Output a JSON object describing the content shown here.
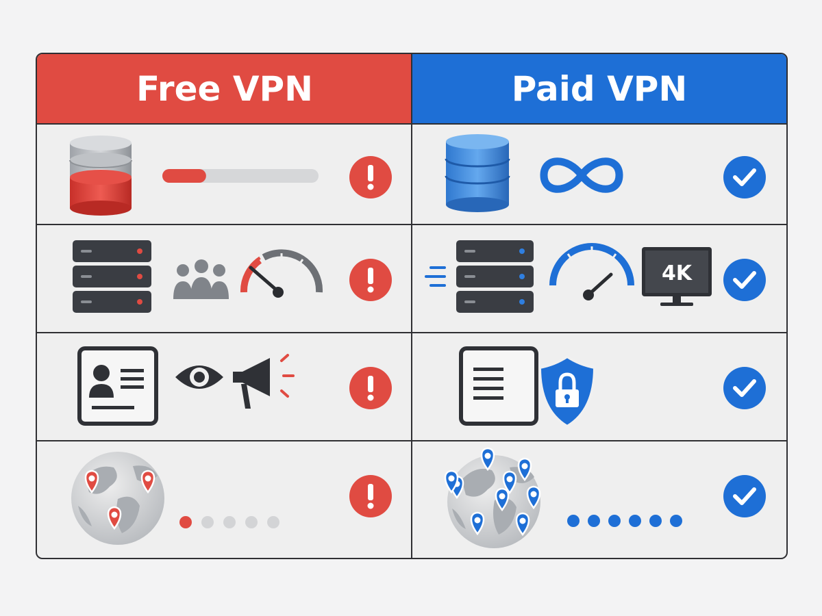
{
  "headers": {
    "free": "Free VPN",
    "paid": "Paid VPN"
  },
  "colors": {
    "free_accent": "#e04b42",
    "paid_accent": "#1e6fd6",
    "border": "#2f2f33",
    "neutral_gray": "#9aa0a6",
    "dark_server": "#3a3d43"
  },
  "rows": [
    {
      "topic": "data",
      "free": {
        "icons": [
          "database-icon",
          "data-limit-bar"
        ],
        "data_bar_fill": 0.28,
        "status": "warning-icon"
      },
      "paid": {
        "icons": [
          "database-icon",
          "infinity-icon"
        ],
        "status": "check-icon"
      }
    },
    {
      "topic": "speed",
      "free": {
        "icons": [
          "server-icon",
          "crowd-users-icon",
          "speedometer-icon"
        ],
        "status": "warning-icon"
      },
      "paid": {
        "icons": [
          "speed-lines-icon",
          "server-icon",
          "speedometer-icon",
          "monitor-4k-icon"
        ],
        "monitor_label": "4K",
        "status": "check-icon"
      }
    },
    {
      "topic": "privacy",
      "free": {
        "icons": [
          "id-card-icon",
          "eye-icon",
          "megaphone-icon"
        ],
        "status": "warning-icon"
      },
      "paid": {
        "icons": [
          "document-icon",
          "shield-lock-icon"
        ],
        "status": "check-icon"
      }
    },
    {
      "topic": "locations",
      "free": {
        "icons": [
          "globe-icon",
          "location-pin-icon"
        ],
        "pins": 3,
        "dots_total": 5,
        "dots_active": 1,
        "status": "warning-icon"
      },
      "paid": {
        "icons": [
          "globe-icon",
          "location-pin-icon"
        ],
        "pins": 9,
        "dots_total": 6,
        "dots_active": 6,
        "status": "check-icon"
      }
    }
  ]
}
